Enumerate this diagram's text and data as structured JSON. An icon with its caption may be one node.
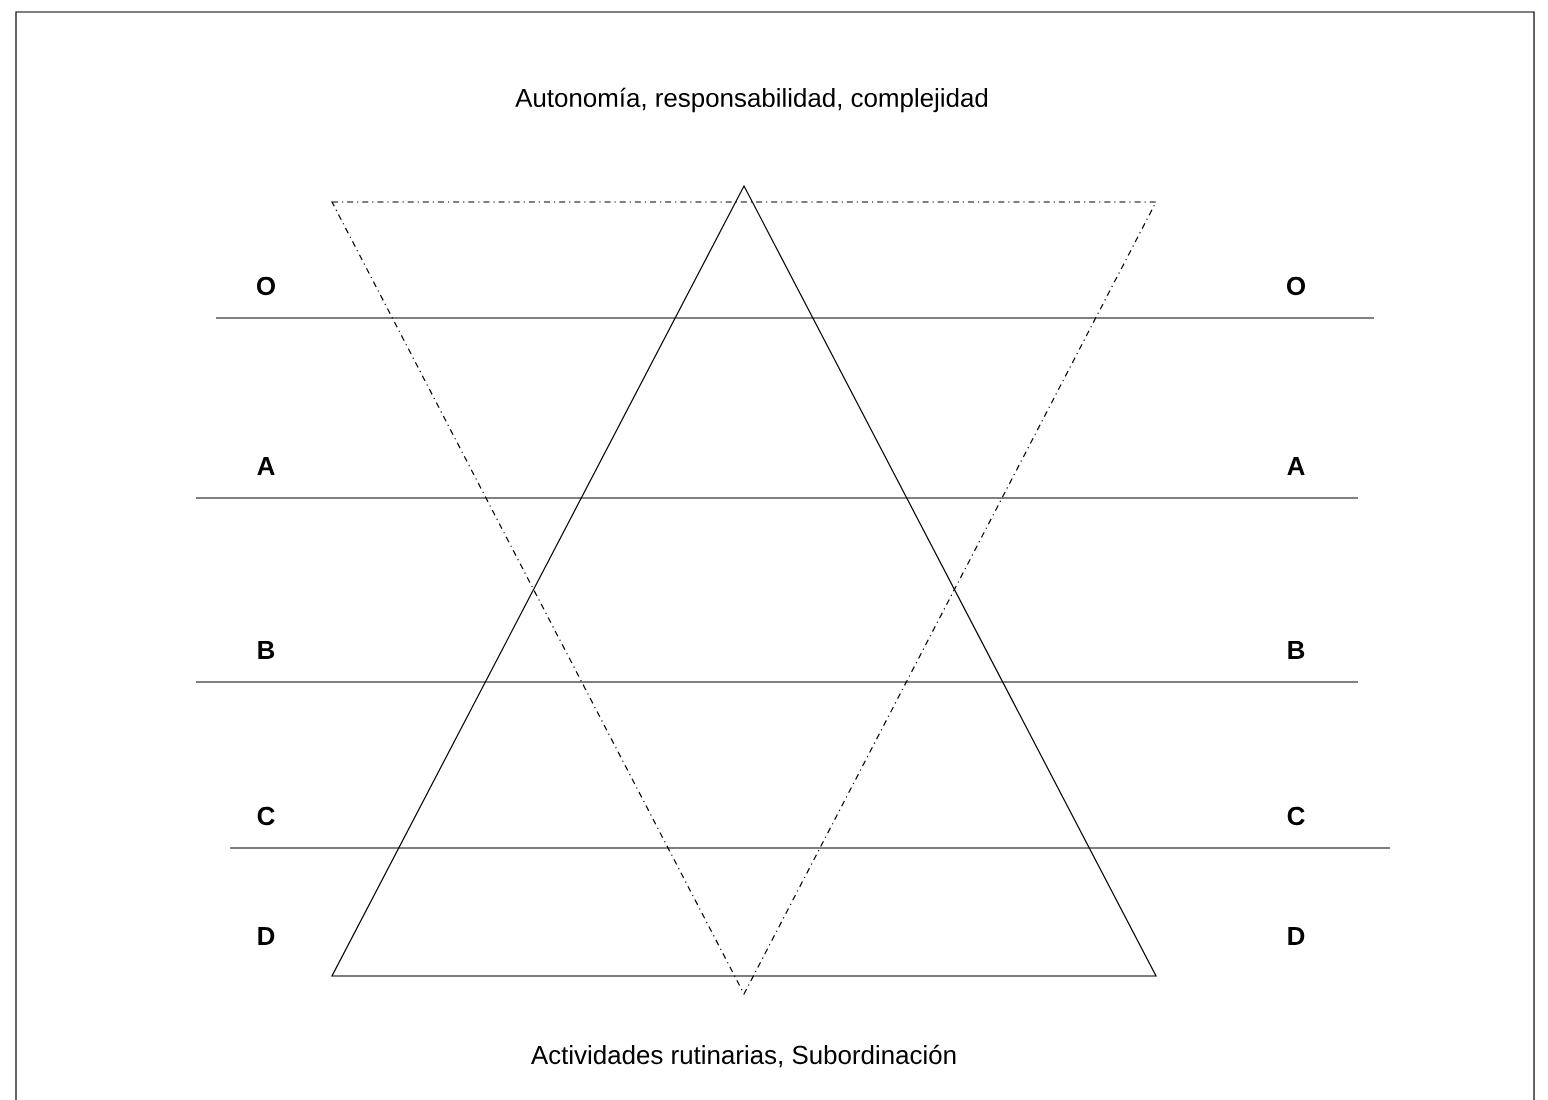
{
  "diagram": {
    "labels": [
      "Autonomía, responsabilidad, complejidad",
      "O",
      "O",
      "A",
      "A",
      "B",
      "B",
      "C",
      "C",
      "D",
      "D",
      "Actividades rutinarias, Subordinación"
    ]
  }
}
